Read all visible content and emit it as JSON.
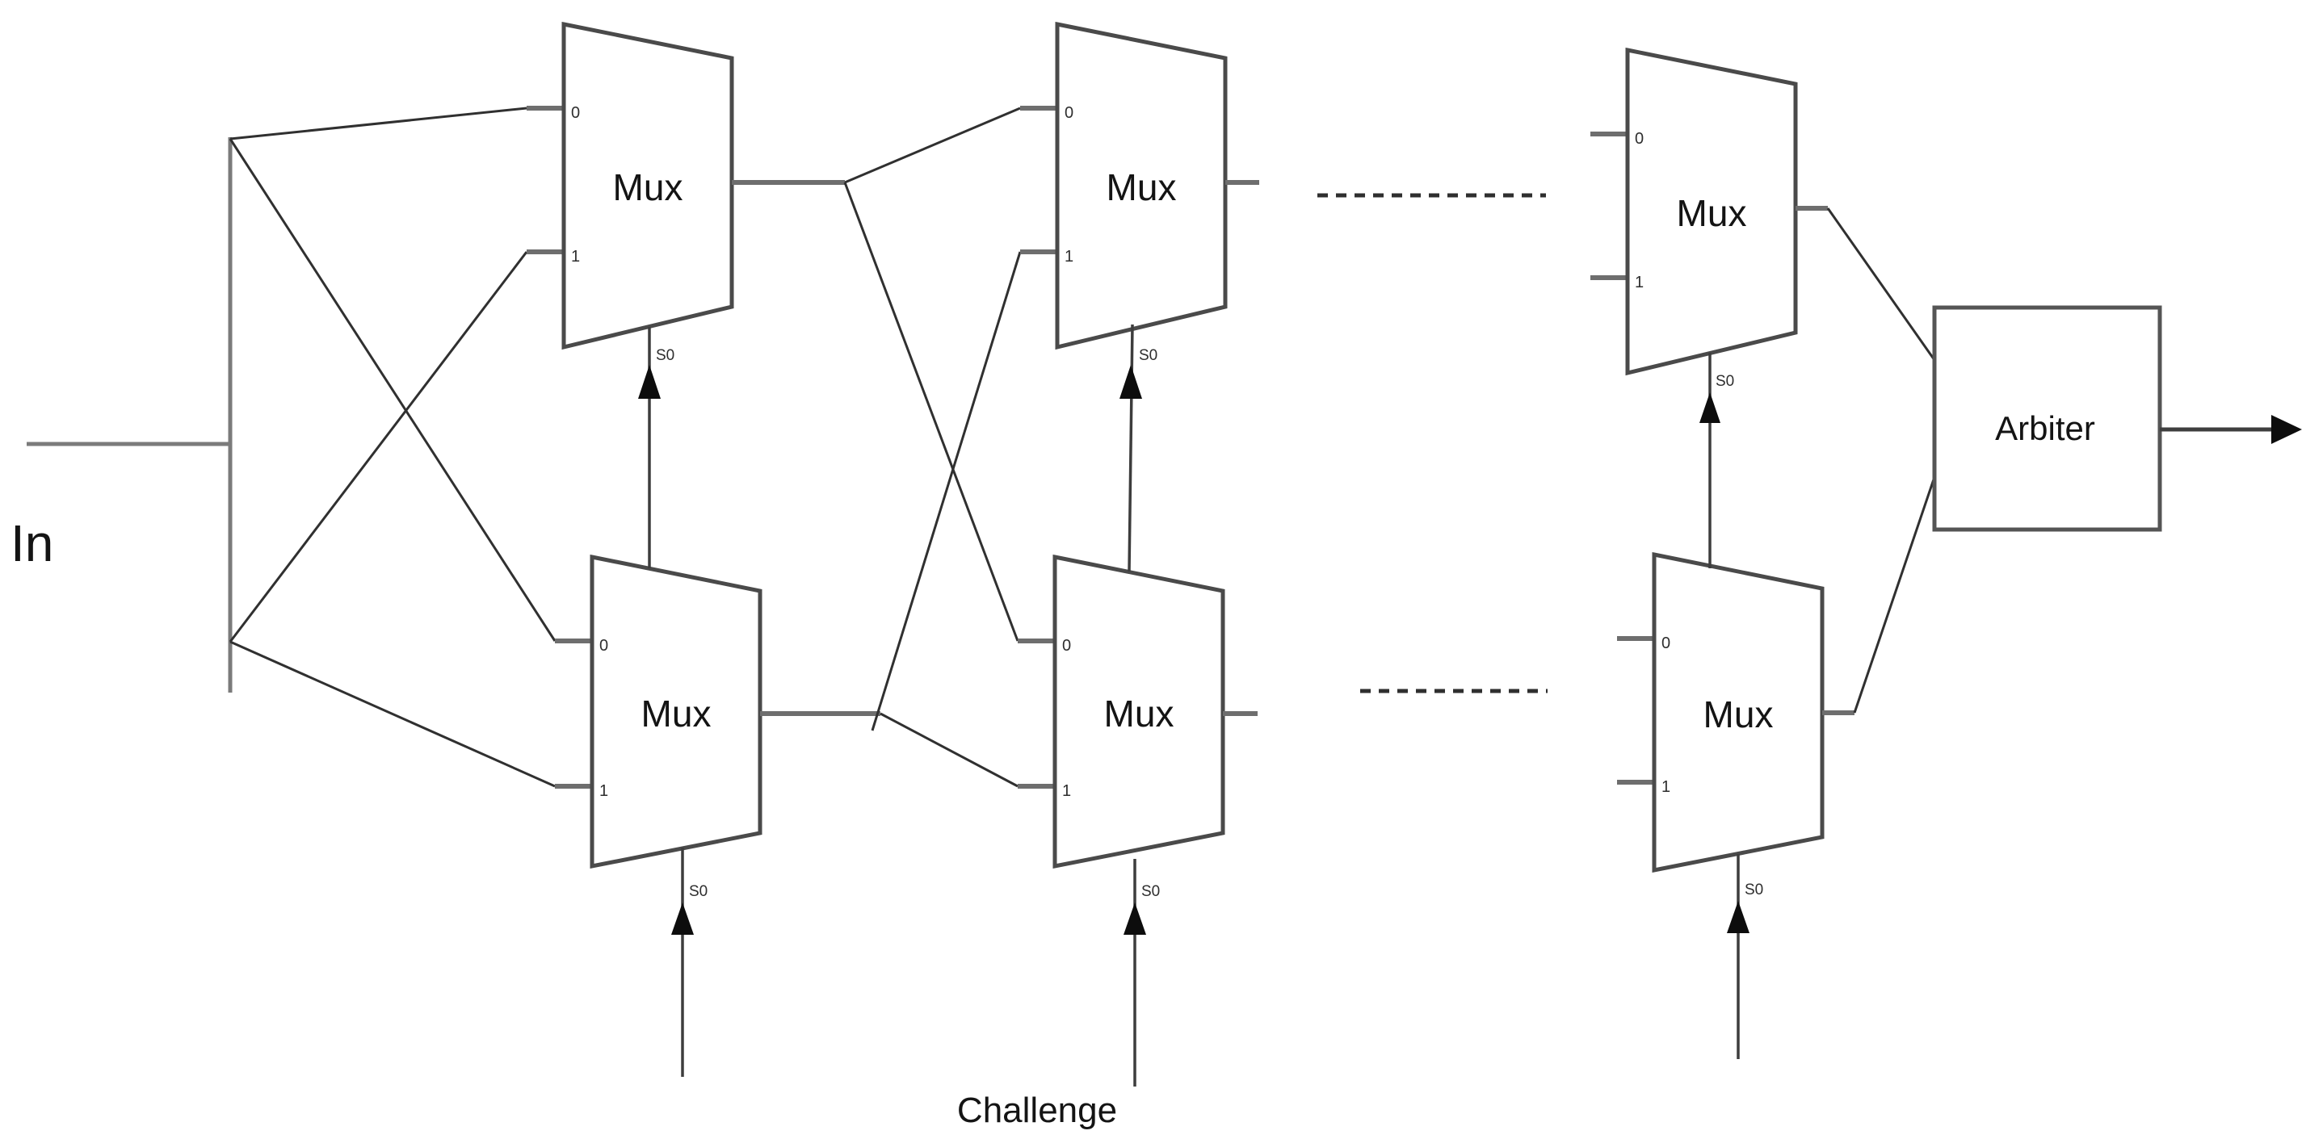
{
  "diagram": {
    "type": "arbiter-puf-circuit",
    "background": "#ffffff",
    "labels": {
      "input_signal": "In",
      "challenge": "Challenge",
      "arbiter": "Arbiter",
      "mux": "Mux",
      "select": "S0",
      "mux_input_top": "0",
      "mux_input_bottom": "1"
    },
    "colors": {
      "wire_gray": "#7b7b7b",
      "wire_dark": "#303030",
      "mux_outline": "#4a4a4a",
      "arbiter_outline": "#555555",
      "arrow_fill": "#0d0d0d",
      "text_primary": "#141414",
      "text_small": "#2e2e2e"
    },
    "structure": {
      "mux_count": 6,
      "visible_stages": 3,
      "rows": 2,
      "continuation": "dashed lines between stage 2 and last stage"
    }
  }
}
